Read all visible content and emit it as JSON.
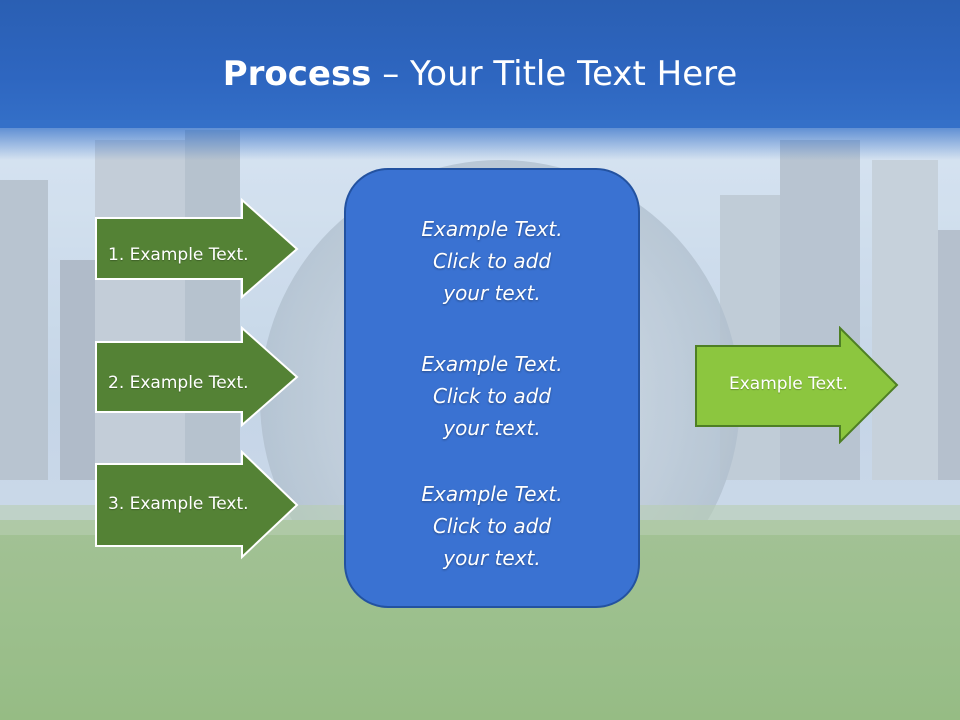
{
  "slide": {
    "title_bold": "Process",
    "title_rest": " – Your Title Text Here"
  },
  "inputs": [
    {
      "label": "1. Example Text."
    },
    {
      "label": "2. Example Text."
    },
    {
      "label": "3. Example Text."
    }
  ],
  "center": {
    "blocks": [
      {
        "line1": "Example Text.",
        "line2": "Click  to add",
        "line3": "your text."
      },
      {
        "line1": "Example Text.",
        "line2": "Click  to add",
        "line3": "your text."
      },
      {
        "line1": "Example Text.",
        "line2": "Click  to add",
        "line3": "your text."
      }
    ]
  },
  "output": {
    "label": "Example Text."
  },
  "colors": {
    "header": "#2e66c0",
    "input_arrow": "#548235",
    "output_arrow": "#8cc63f",
    "center_box": "#3a72d2"
  }
}
